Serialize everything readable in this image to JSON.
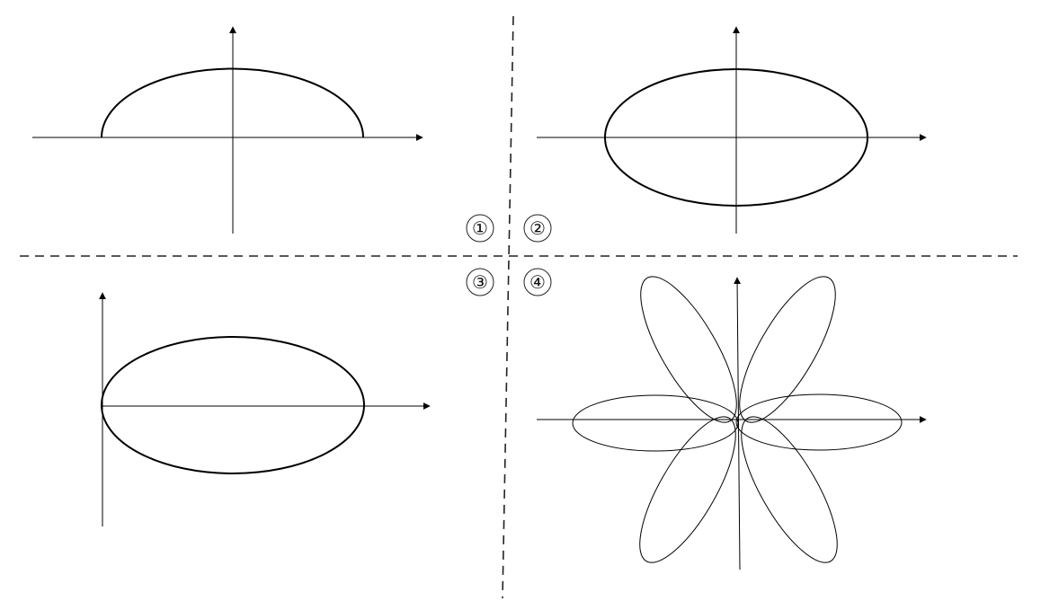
{
  "diagram": {
    "colors": {
      "background": "#ffffff",
      "stroke": "#000000",
      "dashed": "#222222"
    },
    "panels": [
      {
        "id": "panel-1",
        "label": "①",
        "shape": "upper-half-ellipse-centered"
      },
      {
        "id": "panel-2",
        "label": "②",
        "shape": "full-ellipse-centered"
      },
      {
        "id": "panel-3",
        "label": "③",
        "shape": "full-ellipse-touching-y-axis"
      },
      {
        "id": "panel-4",
        "label": "④",
        "shape": "six-petal-rose"
      }
    ]
  }
}
